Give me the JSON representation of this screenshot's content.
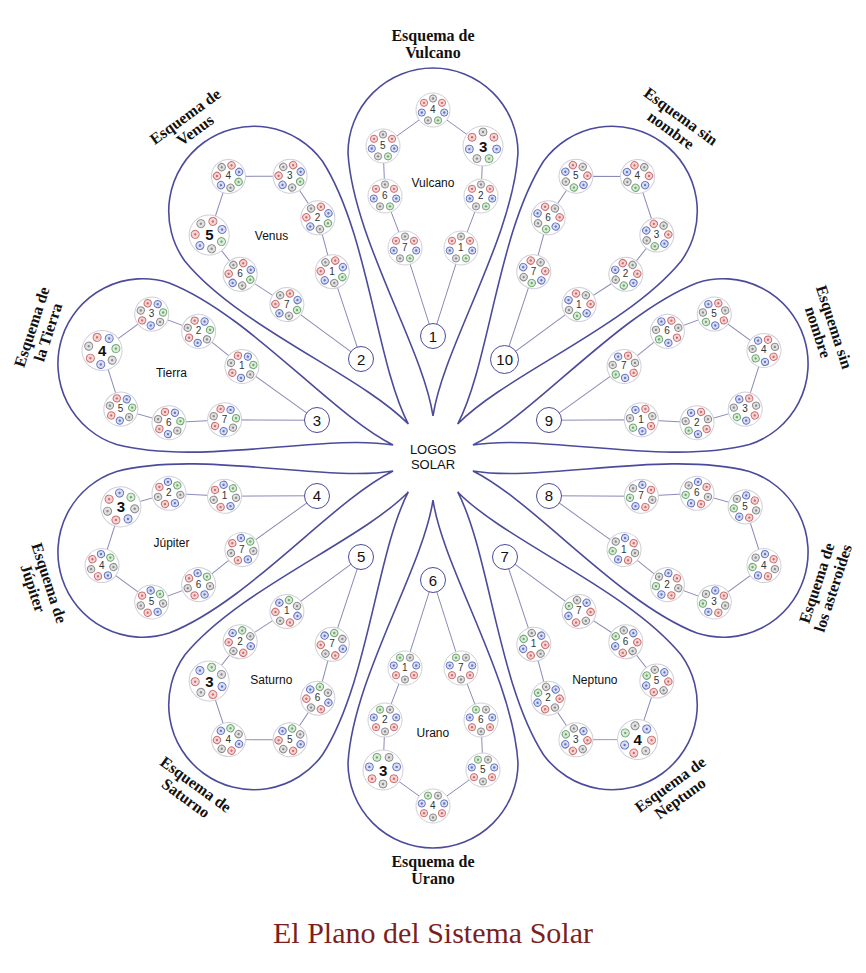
{
  "diagram": {
    "title": "El Plano del Sistema Solar",
    "nodes": [
      {
        "text": [
          "Esquema de Vulcano"
        ]
      },
      {
        "text": [
          "1"
        ],
        "in": 0
      },
      {
        "text": [
          "Esquema de Venus"
        ]
      },
      {
        "text": [
          "2"
        ],
        "in": 2
      },
      {
        "text": [
          "Esquema de la Tierra"
        ]
      },
      {
        "text": [
          "3"
        ],
        "in": 4
      },
      {
        "text": [
          "Esquema de Júpiter"
        ]
      },
      {
        "text": [
          "4"
        ],
        "in": 6
      },
      {
        "text": [
          "Esquema de Saturno"
        ]
      },
      {
        "text": [
          "5"
        ],
        "in": 8
      },
      {
        "text": [
          "Esquema de Urano"
        ]
      },
      {
        "text": [
          "6"
        ],
        "in": 10
      },
      {
        "text": [
          "Esquema de Neptuno"
        ]
      },
      {
        "text": [
          "7"
        ],
        "in": 12
      },
      {
        "text": [
          "Esquema de los asteroides"
        ]
      },
      {
        "text": [
          "8"
        ],
        "in": 14
      },
      {
        "text": [
          "Esquema sin nombre"
        ]
      },
      {
        "text": [
          "9"
        ],
        "in": 16
      },
      {
        "text": [
          "Esquema sin nombre"
        ]
      },
      {
        "text": [
          "10"
        ],
        "in": 18
      }
    ],
    "labels": [
      "LOGOS SOLAR",
      "1",
      "2",
      "3",
      "4",
      "5",
      "6",
      "7",
      "Vulcano",
      "1",
      "2",
      "3",
      "4",
      "5",
      "6",
      "7",
      "Venus",
      "1",
      "2",
      "3",
      "4",
      "5",
      "6",
      "7",
      "Tierra",
      "1",
      "2",
      "3",
      "4",
      "5",
      "6",
      "7",
      "Júpiter",
      "1",
      "2",
      "3",
      "4",
      "5",
      "6",
      "7",
      "Saturno",
      "1",
      "2",
      "3",
      "4",
      "5",
      "6",
      "7",
      "Urano",
      "1",
      "2",
      "3",
      "4",
      "5",
      "6",
      "7",
      "Neptuno",
      "1",
      "2",
      "3",
      "4",
      "5",
      "6",
      "7",
      "1",
      "2",
      "3",
      "4",
      "5",
      "6",
      "7",
      "1",
      "2",
      "3",
      "4",
      "5",
      "6",
      "7"
    ]
  }
}
